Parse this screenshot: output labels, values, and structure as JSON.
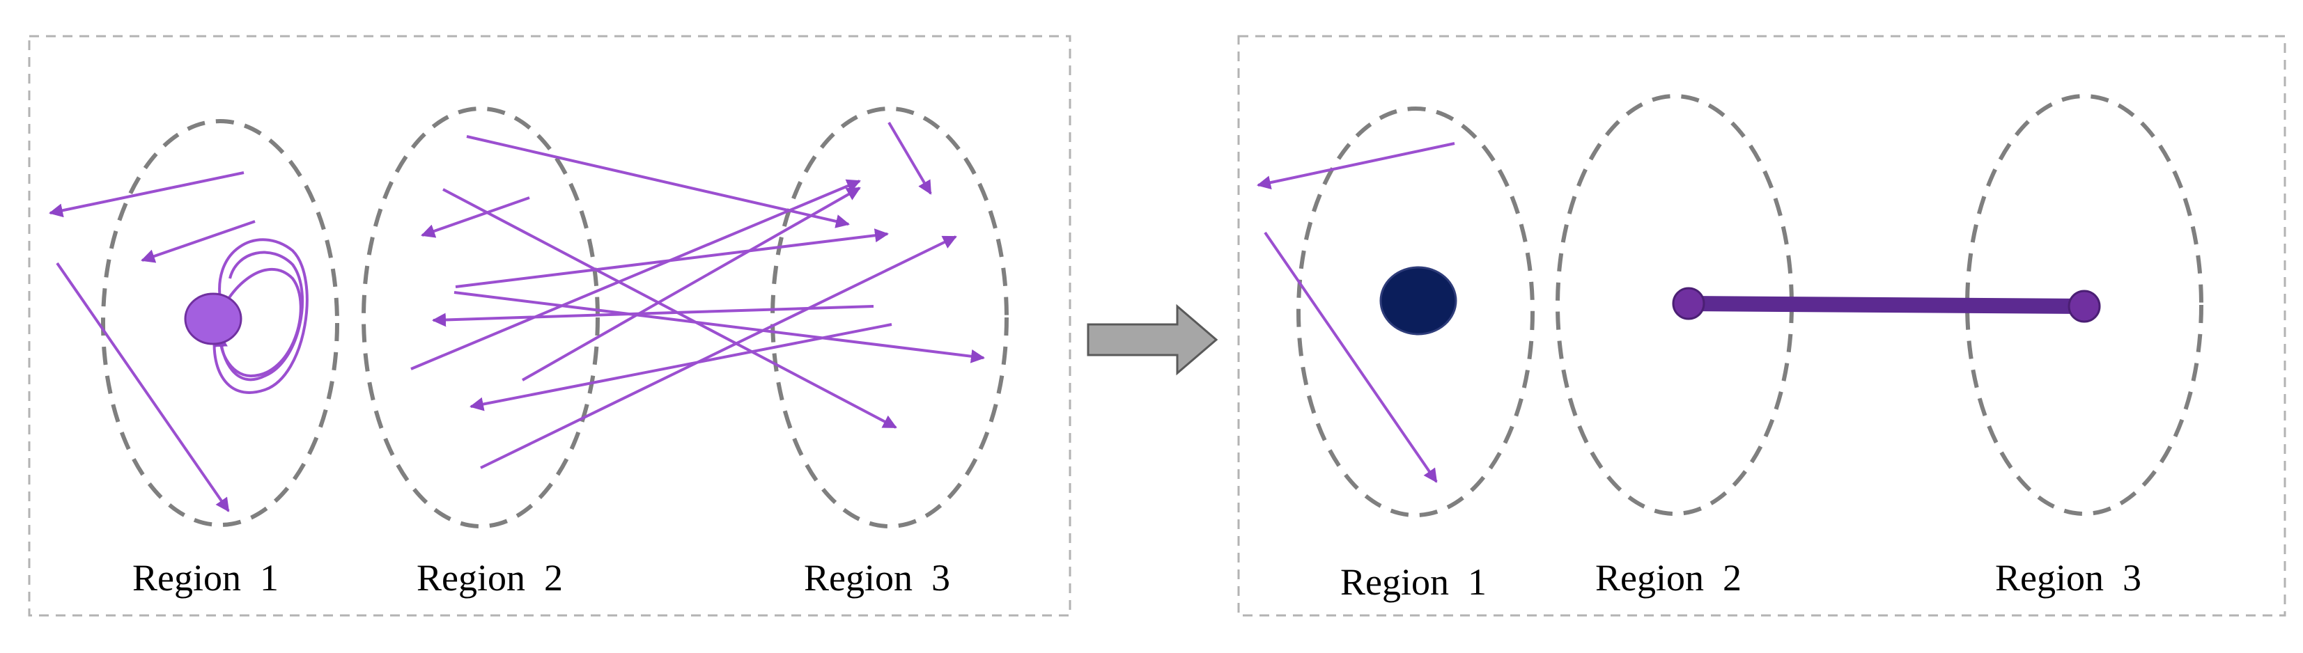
{
  "colors": {
    "trajectory": "#9b4fd0",
    "stay_point_left": "#a35fdf",
    "stay_point_right": "#0b1e5b",
    "link_bar": "#5c2a91",
    "arrow_fill": "#a6a6a6",
    "region_outline": "#7f7f7f",
    "frame": "#b3b3b3"
  },
  "left_panel": {
    "labels": {
      "region1": "Region  1",
      "region2": "Region  2",
      "region3": "Region  3"
    }
  },
  "right_panel": {
    "labels": {
      "region1": "Region  1",
      "region2": "Region  2",
      "region3": "Region  3"
    }
  },
  "transition": {
    "icon": "right-arrow-icon"
  }
}
